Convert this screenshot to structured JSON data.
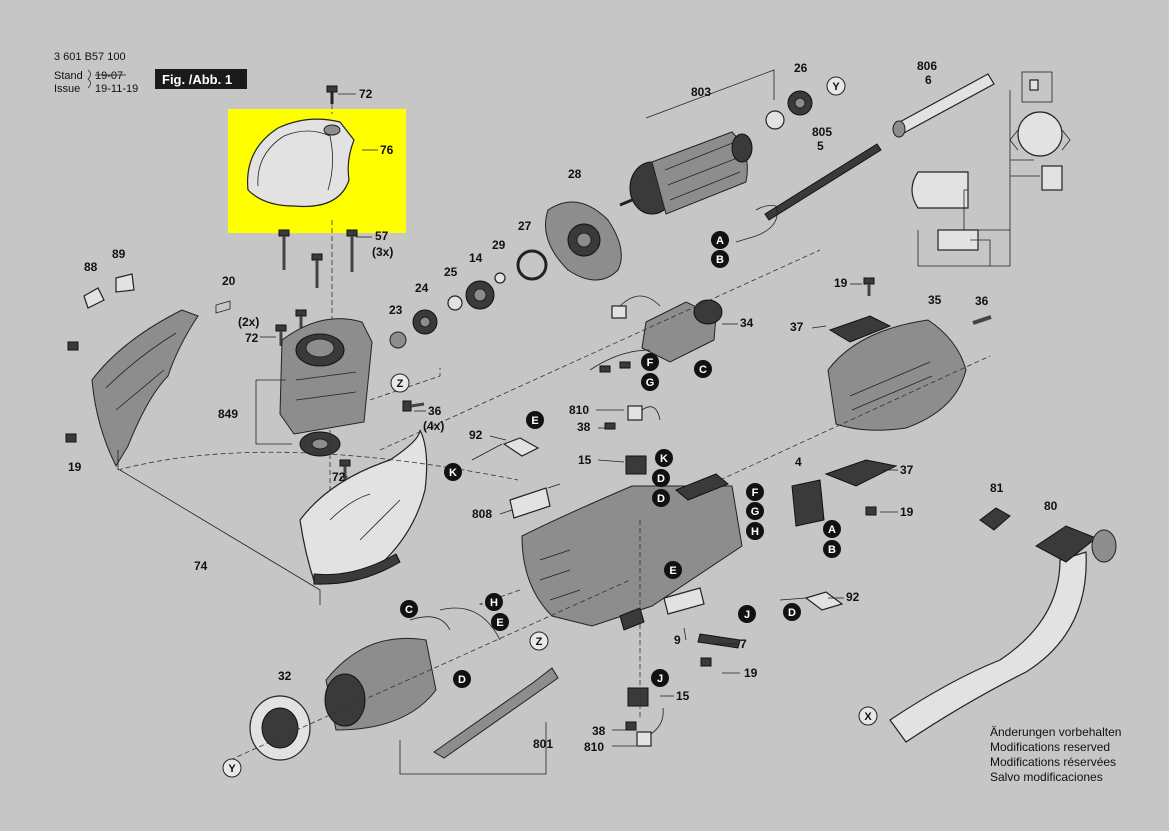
{
  "header": {
    "part_number": "3 601 B57 100",
    "stand_label": "Stand",
    "issue_label": "Issue",
    "stand_date": "19-07",
    "issue_date": "19-11-19",
    "figure_badge": "Fig. /Abb. 1"
  },
  "colors": {
    "background": "#c6c6c6",
    "highlight": "#ffff00",
    "badge_bg": "#1a1a1a",
    "callout_fill": "#111111"
  },
  "highlight": {
    "part": "76"
  },
  "part_labels": [
    "72",
    "76",
    "57",
    "(3x)",
    "88",
    "89",
    "20",
    "(2x)",
    "72",
    "849",
    "23",
    "24",
    "25",
    "14",
    "29",
    "27",
    "28",
    "803",
    "26",
    "806",
    "6",
    "805",
    "5",
    "19",
    "74",
    "72",
    "36",
    "(4x)",
    "92",
    "810",
    "38",
    "15",
    "808",
    "34",
    "19",
    "35",
    "36",
    "37",
    "37",
    "4",
    "19",
    "81",
    "80",
    "9",
    "7",
    "19",
    "15",
    "38",
    "810",
    "801",
    "32",
    "92"
  ],
  "callouts": [
    "Y",
    "A",
    "B",
    "F",
    "G",
    "C",
    "Z",
    "E",
    "K",
    "D",
    "K",
    "D",
    "F",
    "G",
    "H",
    "A",
    "B",
    "E",
    "C",
    "H",
    "E",
    "D",
    "J",
    "D",
    "J",
    "X",
    "Z",
    "Y"
  ],
  "footer_notes": [
    "Änderungen vorbehalten",
    "Modifications reserved",
    "Modifications réservées",
    "Salvo modificaciones"
  ]
}
